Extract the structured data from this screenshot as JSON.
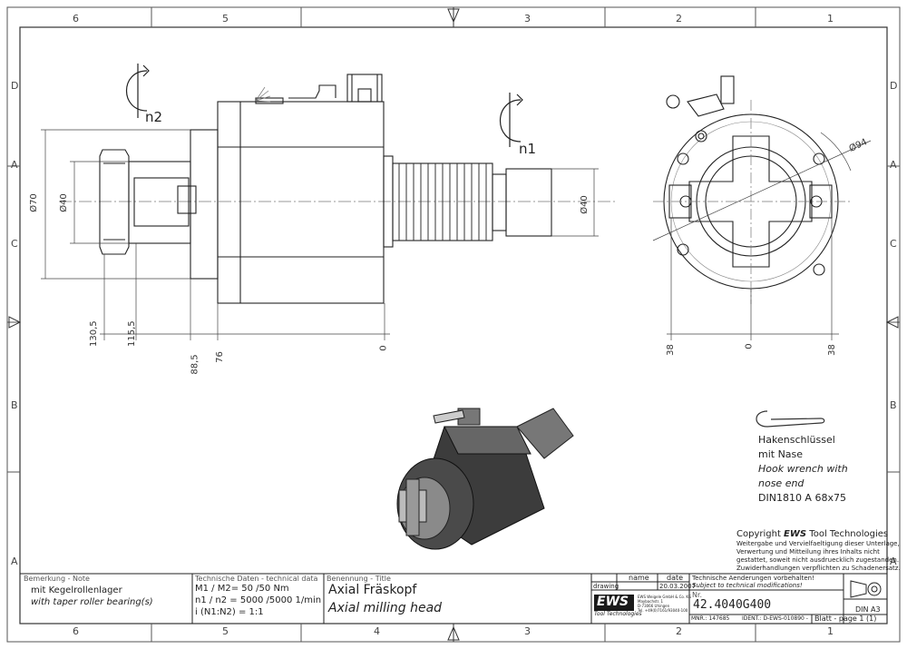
{
  "grid": {
    "columns": [
      "6",
      "5",
      "4",
      "3",
      "2",
      "1"
    ],
    "rows": [
      "D",
      "A",
      "C",
      "B",
      "A"
    ]
  },
  "drawing": {
    "n1_label": "n1",
    "n2_label": "n2",
    "dims_left": [
      "Ø70",
      "Ø40"
    ],
    "dim_right_bore": "Ø40",
    "dim_face": "Ø94",
    "horiz_dims": [
      "130,5",
      "115,5",
      "88,5",
      "76",
      "0"
    ],
    "face_dims": [
      "38",
      "0",
      "38"
    ]
  },
  "note": {
    "line1": "Hakenschlüssel",
    "line2": "mit Nase",
    "line3": "Hook wrench with",
    "line4": "nose end",
    "line5": "DIN1810  A  68x75"
  },
  "copyright": {
    "prefix": "Copyright ",
    "brand": "EWS",
    "suffix": " Tool Technologies",
    "l1": "Weitergabe und Vervielfaeltigung dieser Unterlage,",
    "l2": "Verwertung und Mitteilung ihres Inhalts nicht",
    "l3": "gestattet, soweit nicht ausdruecklich zugestanden.",
    "l4": "Zuwiderhandlungen verpflichten zu Schadenersatz."
  },
  "title_block": {
    "remark_label": "Bemerkung - Note",
    "remark1": "mit Kegelrollenlager",
    "remark2": "with taper roller bearing(s)",
    "tech_label": "Technische Daten - technical data",
    "tech1": "M1 / M2= 50  /50  Nm",
    "tech2": "n1 / n2 = 5000 /5000  1/min",
    "tech3": "i  (N1:N2)  = 1:1",
    "title_label": "Benennung - Title",
    "title_de": "Axial Fräskopf",
    "title_en": "Axial milling head",
    "name_hdr": "name",
    "date_hdr": "date",
    "drawing_lbl": "drawing",
    "date_val": "20.03.2007",
    "ews_logo": "EWS",
    "ews_tag": "Tool Technologies",
    "ews_addr1": "EWS Weigele GmbH & Co. KG",
    "ews_addr2": "Maybachstr. 1",
    "ews_addr3": "D-73066 Uhingen",
    "ews_addr4": "Tel. +49(0)7161/93040-100",
    "change_de": "Technische Aenderungen vorbehalten!",
    "change_en": "Subject to technical modifications!",
    "nr_label": "Nr.",
    "part_no": "42.4040G400",
    "mnr": "MNR.: 147685",
    "ident": "IDENT.: D-EWS-010890 -",
    "sheet": "Blatt - page  1 (1)",
    "format": "DIN A3"
  }
}
